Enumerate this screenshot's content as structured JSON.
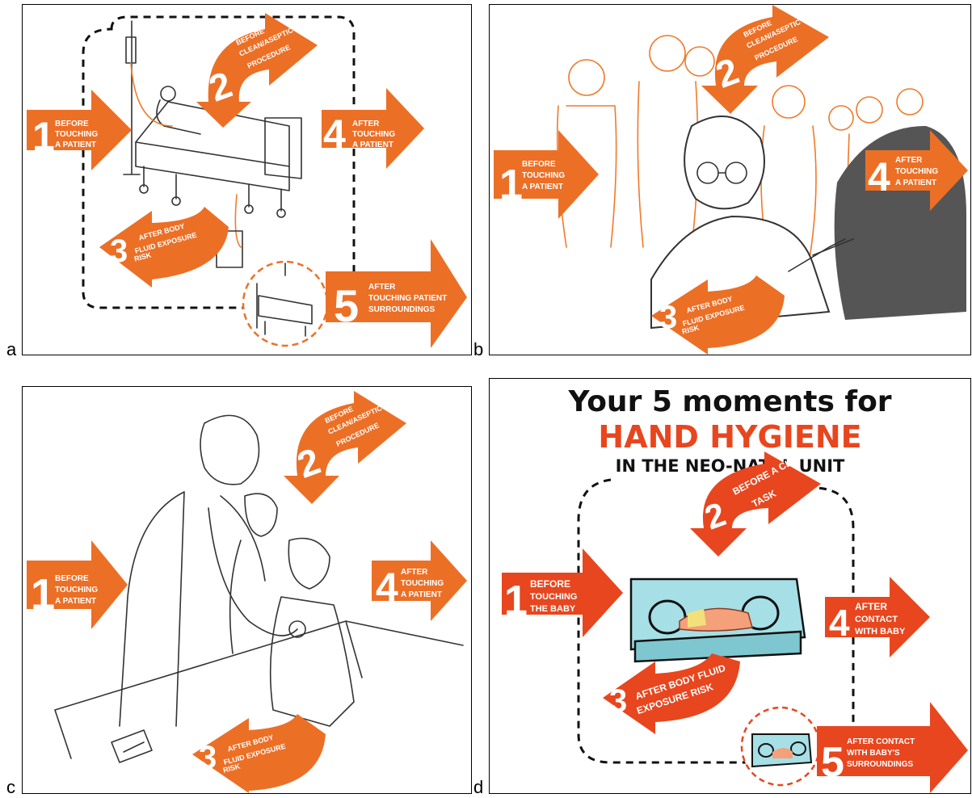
{
  "colors": {
    "arrow_orange": "#ec6f26",
    "arrow_red_orange": "#e8461e",
    "arrow_text": "#ffffff",
    "dashed_border": "#111111",
    "incubator_blue": "#a6dfe6",
    "header_dark": "#111111",
    "header_red": "#e8461e"
  },
  "panels": {
    "a": {
      "label": "a",
      "moment1": {
        "num": "1",
        "line1": "BEFORE",
        "line2": "TOUCHING",
        "line3": "A PATIENT"
      },
      "moment2": {
        "num": "2",
        "line1": "BEFORE",
        "line2": "CLEAN/ASEPTIC",
        "line3": "PROCEDURE"
      },
      "moment3": {
        "num": "3",
        "line1": "AFTER BODY",
        "line2": "FLUID EXPOSURE",
        "line3": "RISK"
      },
      "moment4": {
        "num": "4",
        "line1": "AFTER",
        "line2": "TOUCHING",
        "line3": "A PATIENT"
      },
      "moment5": {
        "num": "5",
        "line1": "AFTER",
        "line2": "TOUCHING PATIENT",
        "line3": "SURROUNDINGS"
      }
    },
    "b": {
      "label": "b",
      "moment1": {
        "num": "1",
        "line1": "BEFORE",
        "line2": "TOUCHING",
        "line3": "A PATIENT"
      },
      "moment2": {
        "num": "2",
        "line1": "BEFORE",
        "line2": "CLEAN/ASEPTIC",
        "line3": "PROCEDURE"
      },
      "moment3": {
        "num": "3",
        "line1": "AFTER BODY",
        "line2": "FLUID EXPOSURE",
        "line3": "RISK"
      },
      "moment4": {
        "num": "4",
        "line1": "AFTER",
        "line2": "TOUCHING",
        "line3": "A PATIENT"
      }
    },
    "c": {
      "label": "c",
      "moment1": {
        "num": "1",
        "line1": "BEFORE",
        "line2": "TOUCHING",
        "line3": "A PATIENT"
      },
      "moment2": {
        "num": "2",
        "line1": "BEFORE",
        "line2": "CLEAN/ASEPTIC",
        "line3": "PROCEDURE"
      },
      "moment3": {
        "num": "3",
        "line1": "AFTER BODY",
        "line2": "FLUID EXPOSURE",
        "line3": "RISK"
      },
      "moment4": {
        "num": "4",
        "line1": "AFTER",
        "line2": "TOUCHING",
        "line3": "A PATIENT"
      }
    },
    "d": {
      "label": "d",
      "title_line1": "Your 5 moments for",
      "title_line2": "HAND HYGIENE",
      "title_line3": "IN THE NEO-NATAL UNIT",
      "moment1": {
        "num": "1",
        "line1": "BEFORE",
        "line2": "TOUCHING",
        "line3": "THE BABY"
      },
      "moment2": {
        "num": "2",
        "line1": "BEFORE A CLEAN",
        "line2": "TASK"
      },
      "moment3": {
        "num": "3",
        "line1": "AFTER BODY FLUID",
        "line2": "EXPOSURE RISK"
      },
      "moment4": {
        "num": "4",
        "line1": "AFTER",
        "line2": "CONTACT",
        "line3": "WITH BABY"
      },
      "moment5": {
        "num": "5",
        "line1": "AFTER CONTACT",
        "line2": "WITH BABY'S",
        "line3": "SURROUNDINGS"
      }
    }
  }
}
